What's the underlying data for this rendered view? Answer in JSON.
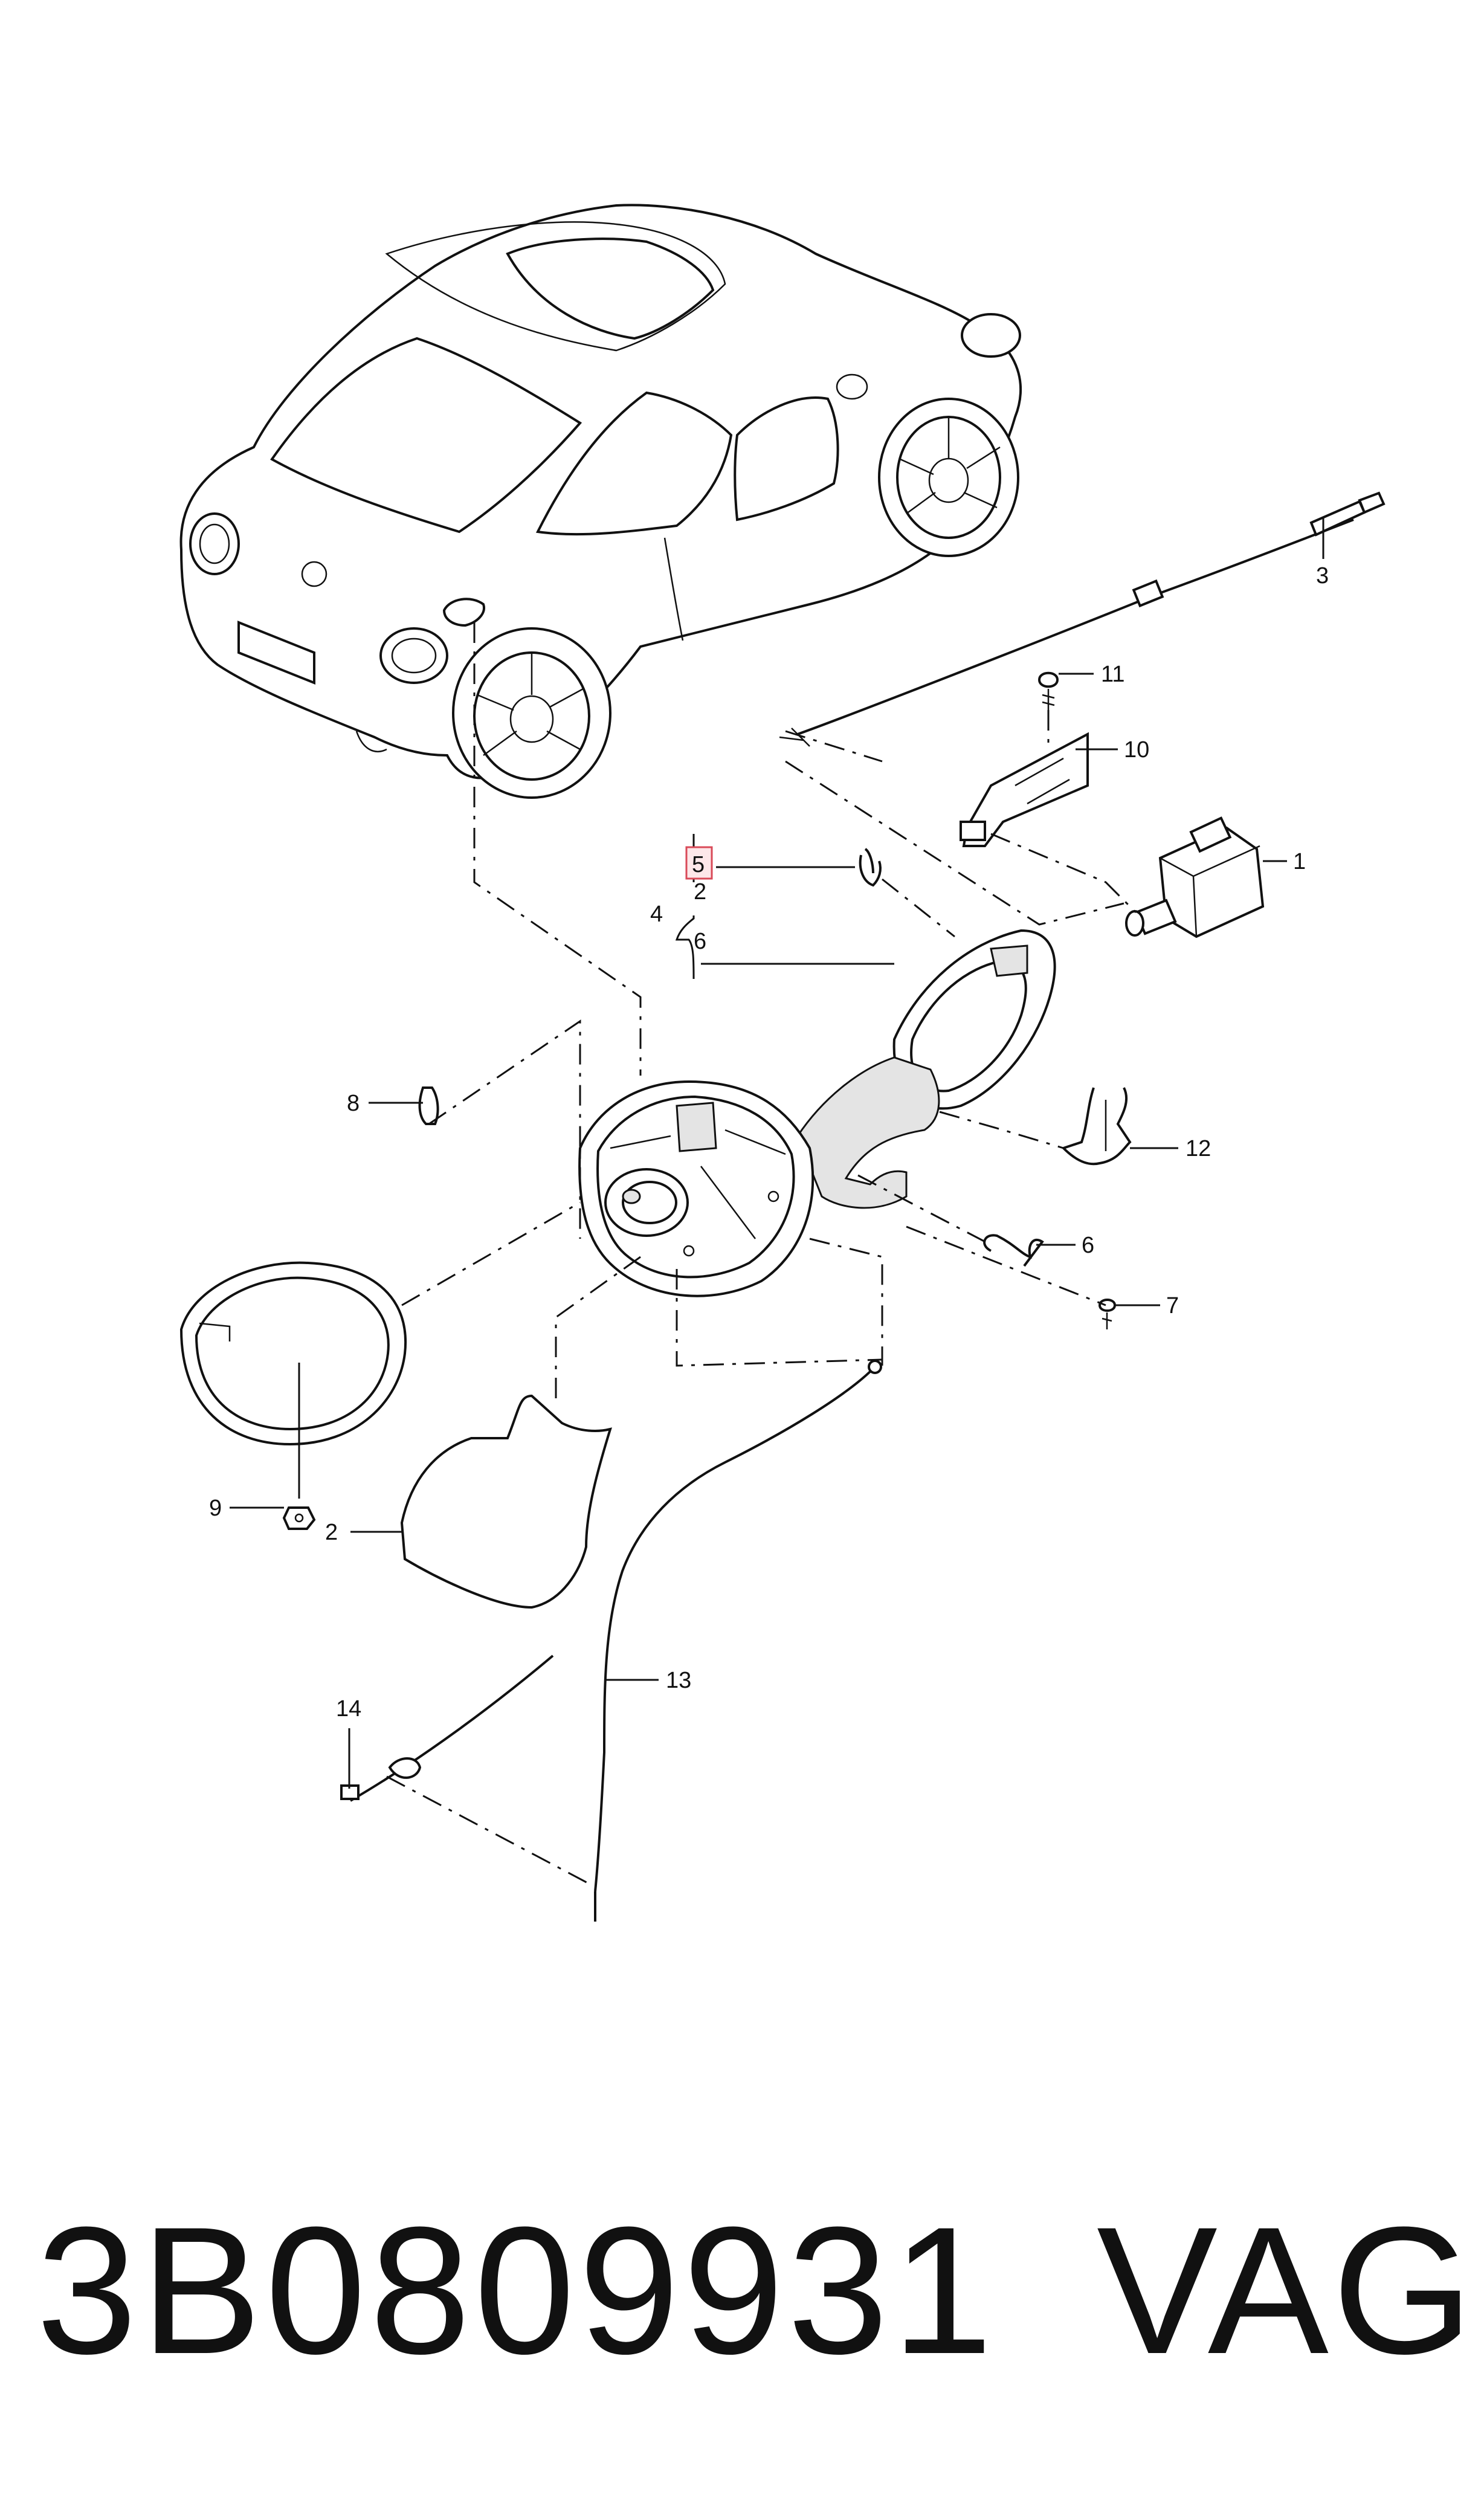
{
  "callouts": {
    "c1": "1",
    "c2_upper": "2",
    "c2_lower": "2",
    "c3": "3",
    "c4": "4",
    "c5": "5",
    "c6_upper": "6",
    "c6_lower": "6",
    "c7": "7",
    "c8": "8",
    "c9": "9",
    "c10": "10",
    "c11": "11",
    "c12": "12",
    "c13": "13",
    "c14": "14"
  },
  "highlighted_callout": "5",
  "colors": {
    "highlight_fill": "#fde7e9",
    "highlight_border": "#d94a58"
  },
  "footer": {
    "part_number": "3B0809931",
    "brand": "VAG"
  }
}
